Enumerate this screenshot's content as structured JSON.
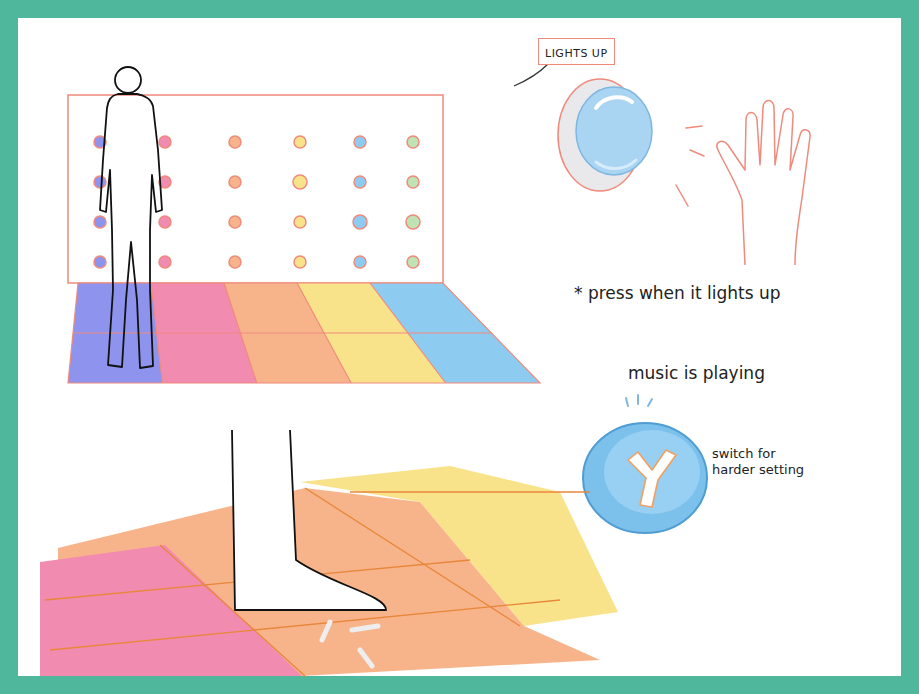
{
  "diagram": {
    "nodes": [
      {
        "text": [
          "LIGHTS UP"
        ]
      }
    ],
    "labels": [
      "* press when it lights up",
      "music is playing",
      "switch for harder setting"
    ]
  }
}
